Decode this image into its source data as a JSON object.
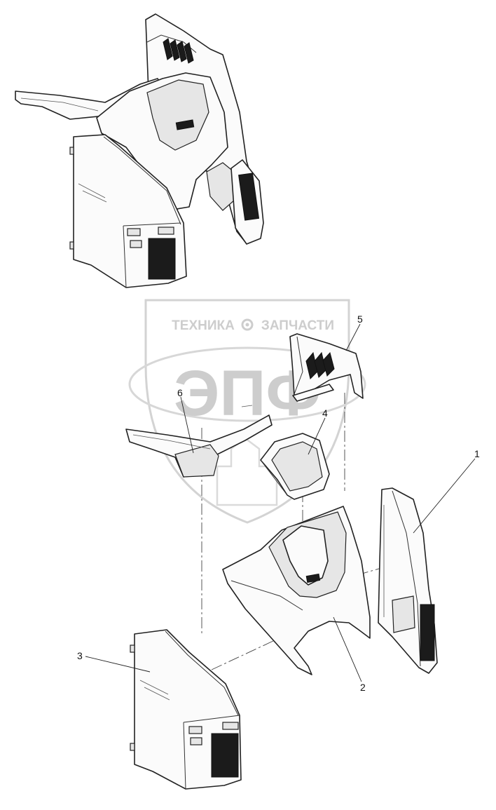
{
  "watermark": {
    "left_word": "ТЕХНИКА",
    "right_word": "ЗАПЧАСТИ",
    "logo_letters": "ЭПФ"
  },
  "callouts": [
    {
      "id": "callout-1",
      "label": "1"
    },
    {
      "id": "callout-2",
      "label": "2"
    },
    {
      "id": "callout-3",
      "label": "3"
    },
    {
      "id": "callout-4",
      "label": "4"
    },
    {
      "id": "callout-5",
      "label": "5"
    },
    {
      "id": "callout-6",
      "label": "6"
    }
  ],
  "colors": {
    "line": "#222222",
    "panel": "#1b1b1b",
    "watermark": "#c8c8c8"
  }
}
